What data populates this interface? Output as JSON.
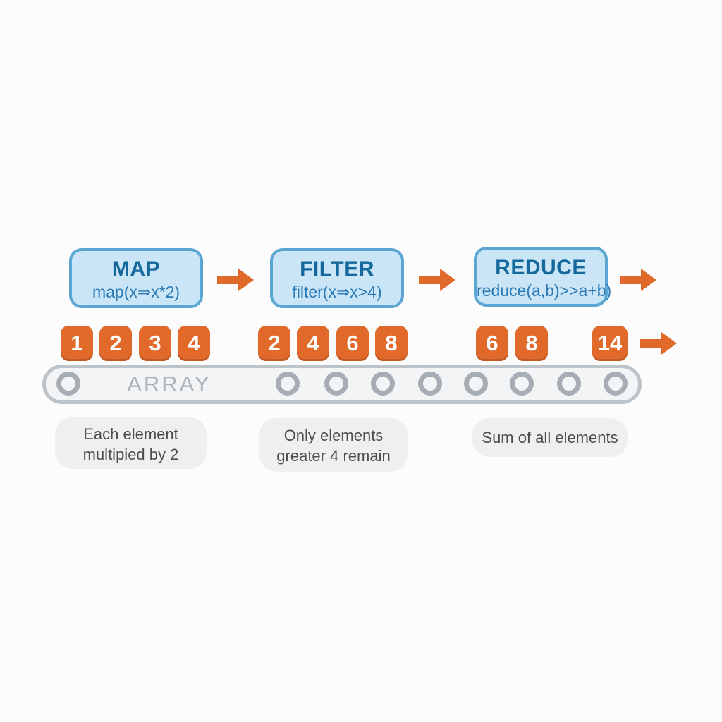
{
  "colors": {
    "accent_orange": "#E1692A",
    "box_fill": "#C9E5F6",
    "box_border": "#5BA6D3",
    "stage_title_blue": "#15689B",
    "stage_code_blue": "#2B7AB5",
    "belt_border_gray": "#BDC4C9",
    "belt_fill": "#F3F4F5",
    "belt_label_gray": "#ACB3B9",
    "bubble_bg": "#EFEFEF",
    "bubble_text": "#4D4D4D"
  },
  "icons": {
    "flow_arrow": "arrow-right"
  },
  "stages": [
    {
      "title": "MAP",
      "code": "map(x⇒x*2)",
      "caption_line1": "Each element",
      "caption_line2": "multipied by 2"
    },
    {
      "title": "FILTER",
      "code": "filter(x⇒x>4)",
      "caption_line1": "Only elements",
      "caption_line2": "greater 4 remain"
    },
    {
      "title": "REDUCE",
      "code": "reduce(a,b)>>a+b)",
      "caption_line1": "Sum of all elements",
      "caption_line2": ""
    }
  ],
  "tile_groups": [
    {
      "name": "input-array",
      "values": [
        "1",
        "2",
        "3",
        "4"
      ]
    },
    {
      "name": "after-map",
      "values": [
        "2",
        "4",
        "6",
        "8"
      ]
    },
    {
      "name": "after-filter",
      "values": [
        "6",
        "8"
      ]
    },
    {
      "name": "after-reduce",
      "values": [
        "14"
      ]
    }
  ],
  "belt": {
    "label": "ARRAY"
  }
}
